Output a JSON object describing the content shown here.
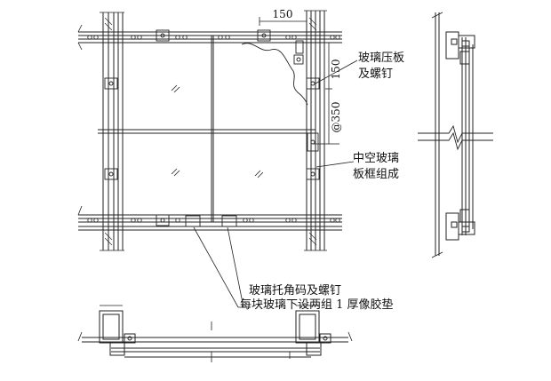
{
  "labels": {
    "glass_plate_screw": [
      "玻璃压板",
      "及螺钉"
    ],
    "insulating_glass": [
      "中空玻璃",
      "板框组成"
    ],
    "glass_bracket_line1": "玻璃托角码及螺钉",
    "glass_bracket_line2": "每块玻璃下设两组 1 厚像胶垫"
  },
  "dimensions": {
    "top_width": "150",
    "side_height": "150",
    "spacing": "@350"
  }
}
